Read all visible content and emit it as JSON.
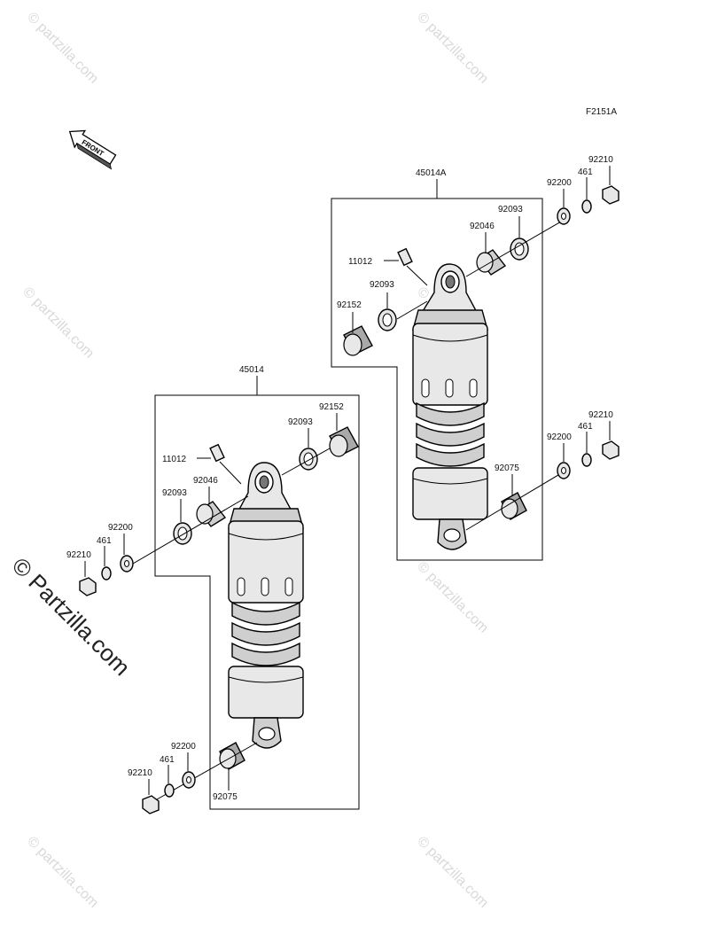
{
  "diagram_code": "F2151A",
  "front_marker": "FRONT",
  "watermark": {
    "large": "© Partzilla.com",
    "small": "© partzilla.com"
  },
  "assemblies": {
    "upper": {
      "assembly_label": "45014A",
      "labels": {
        "p11012": "11012",
        "p92093_inner": "92093",
        "p92152": "92152",
        "p92046": "92046",
        "p92093_outer": "92093",
        "p92200_top": "92200",
        "p461_top": "461",
        "p92210_top": "92210",
        "p92200_bot": "92200",
        "p461_bot": "461",
        "p92210_bot": "92210",
        "p92075": "92075"
      }
    },
    "lower": {
      "assembly_label": "45014",
      "labels": {
        "p92152": "92152",
        "p92093_right": "92093",
        "p11012": "11012",
        "p92046": "92046",
        "p92093_left": "92093",
        "p92200_top": "92200",
        "p461_top": "461",
        "p92210_top": "92210",
        "p92200_bot": "92200",
        "p461_bot": "461",
        "p92210_bot": "92210",
        "p92075": "92075"
      }
    }
  }
}
